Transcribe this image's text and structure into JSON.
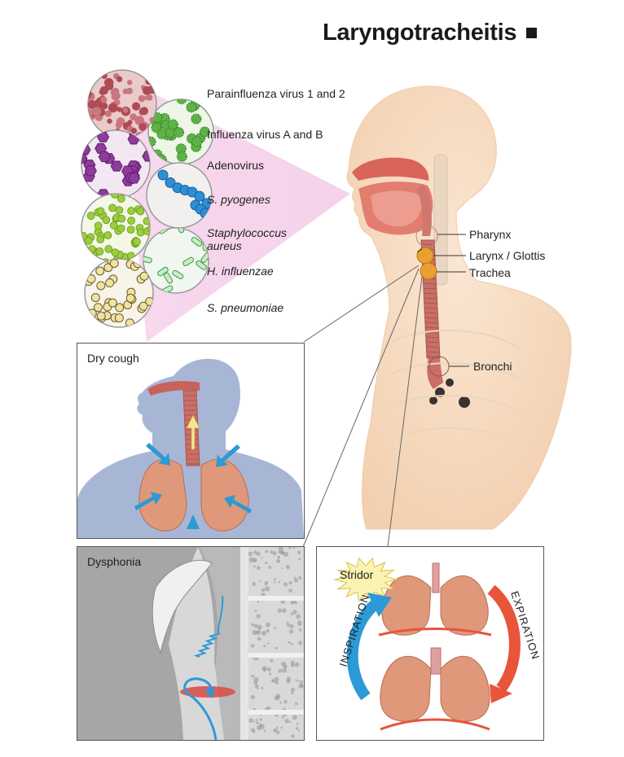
{
  "title": "Laryngotracheitis",
  "colors": {
    "skin": "#f6dcc0",
    "trachea": "#c5706a",
    "node": "#e09a25",
    "cough_bg": "#a8b6d6",
    "lung": "#e0987a",
    "blue_arrow": "#2c9ad6",
    "red_arrow": "#e8553a"
  },
  "pathogens": [
    {
      "label": "Parainfluenza virus 1 and 2",
      "italic": false,
      "icon": "parainfluenza-virus-icon"
    },
    {
      "label": "Influenza virus A and B",
      "italic": false,
      "icon": "influenza-virus-icon"
    },
    {
      "label": "Adenovirus",
      "italic": false,
      "icon": "adenovirus-icon"
    },
    {
      "label": "S. pyogenes",
      "italic": true,
      "icon": "s-pyogenes-icon"
    },
    {
      "label": "Staphylococcus",
      "label2": "aureus",
      "italic": true,
      "icon": "staphylococcus-aureus-icon"
    },
    {
      "label": "H. influenzae",
      "italic": true,
      "icon": "h-influenzae-icon"
    },
    {
      "label": "S. pneumoniae",
      "italic": true,
      "icon": "s-pneumoniae-icon"
    }
  ],
  "anatomy": {
    "pharynx": "Pharynx",
    "larynx": "Larynx / Glottis",
    "trachea": "Trachea",
    "bronchi": "Bronchi"
  },
  "panels": {
    "dry_cough": "Dry cough",
    "dysphonia": "Dysphonia",
    "stridor": "Stridor",
    "inspiration": "INSPIRATION",
    "expiration": "EXPIRATION"
  }
}
